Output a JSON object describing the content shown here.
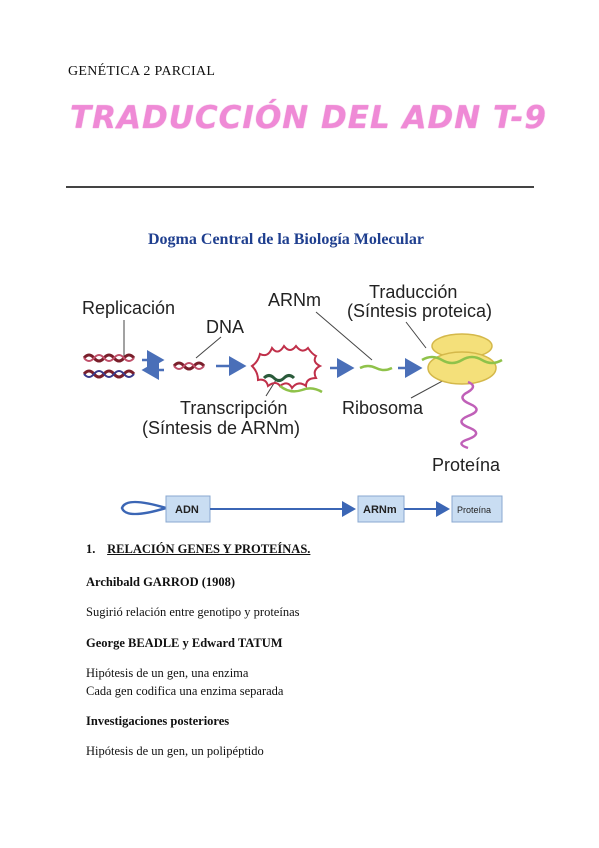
{
  "header": {
    "course": "GENÉTICA 2 PARCIAL",
    "title": "TRADUCCIÓN DEL ADN T-9"
  },
  "figure": {
    "heading": "Dogma Central de la Biología Molecular",
    "labels": {
      "replicacion": "Replicación",
      "dna": "DNA",
      "arnm": "ARNm",
      "traduccion_1": "Traducción",
      "traduccion_2": "(Síntesis proteica)",
      "transcripcion_1": "Transcripción",
      "transcripcion_2": "(Síntesis de ARNm)",
      "ribosoma": "Ribosoma",
      "proteina": "Proteína"
    },
    "flow": {
      "adn": "ADN",
      "arnm": "ARNm",
      "proteina": "Proteína"
    },
    "colors": {
      "heading": "#1f3f8f",
      "arrow": "#4a6fb8",
      "dna": "#7a1f2b",
      "rna": "#8fc24a",
      "ribosome": "#f4e07a",
      "protein": "#c060b8",
      "flow_box": "#c9ddf2"
    }
  },
  "content": {
    "section_number": "1.",
    "section_title": "RELACIÓN GENES Y PROTEÍNAS.",
    "heading_1": "Archibald GARROD (1908)",
    "text_1": "Sugirió relación entre genotipo y proteínas",
    "heading_2": "George BEADLE y Edward TATUM",
    "text_2a": "Hipótesis de un gen, una enzima",
    "text_2b": "Cada gen codifica una enzima separada",
    "heading_3": "Investigaciones posteriores",
    "text_3": "Hipótesis de un gen, un polipéptido"
  }
}
